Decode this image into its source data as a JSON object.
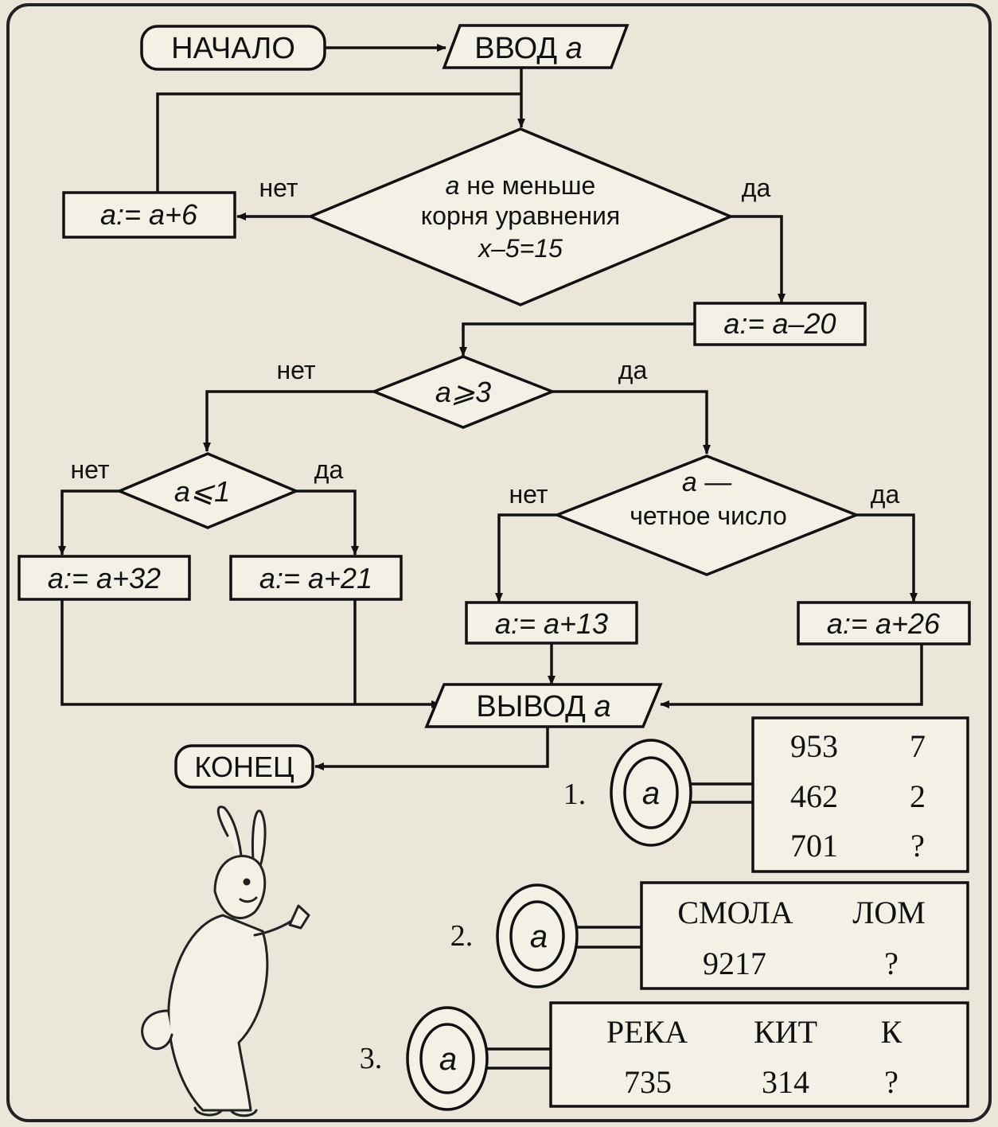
{
  "flowchart": {
    "start": "НАЧАЛО",
    "end": "КОНЕЦ",
    "input": {
      "label": "ВВОД",
      "var": "a"
    },
    "output": {
      "label": "ВЫВОД",
      "var": "a"
    },
    "condition_root": {
      "var": "a",
      "line1": "не меньше",
      "line2": "корня уравнения",
      "line3": "x–5=15"
    },
    "condition_ge3": "a⩾3",
    "condition_le1": "a⩽1",
    "condition_even": {
      "var": "a",
      "dash": "—",
      "line2": "четное число"
    },
    "labels": {
      "yes": "да",
      "no": "нет"
    },
    "boxes": {
      "add6": "a:= a+6",
      "sub20": "a:= a–20",
      "add32": "a:= a+32",
      "add21": "a:= a+21",
      "add13": "a:= a+13",
      "add26": "a:= a+26"
    }
  },
  "puzzles": {
    "key_letter": "a",
    "p1": {
      "number": "1.",
      "rows": [
        [
          "953",
          "7"
        ],
        [
          "462",
          "2"
        ],
        [
          "701",
          "?"
        ]
      ]
    },
    "p2": {
      "number": "2.",
      "rows": [
        [
          "СМОЛА",
          "ЛОМ"
        ],
        [
          "9217",
          "?"
        ]
      ]
    },
    "p3": {
      "number": "3.",
      "rows": [
        [
          "РЕКА",
          "КИТ",
          "К"
        ],
        [
          "735",
          "314",
          "?"
        ]
      ]
    }
  }
}
